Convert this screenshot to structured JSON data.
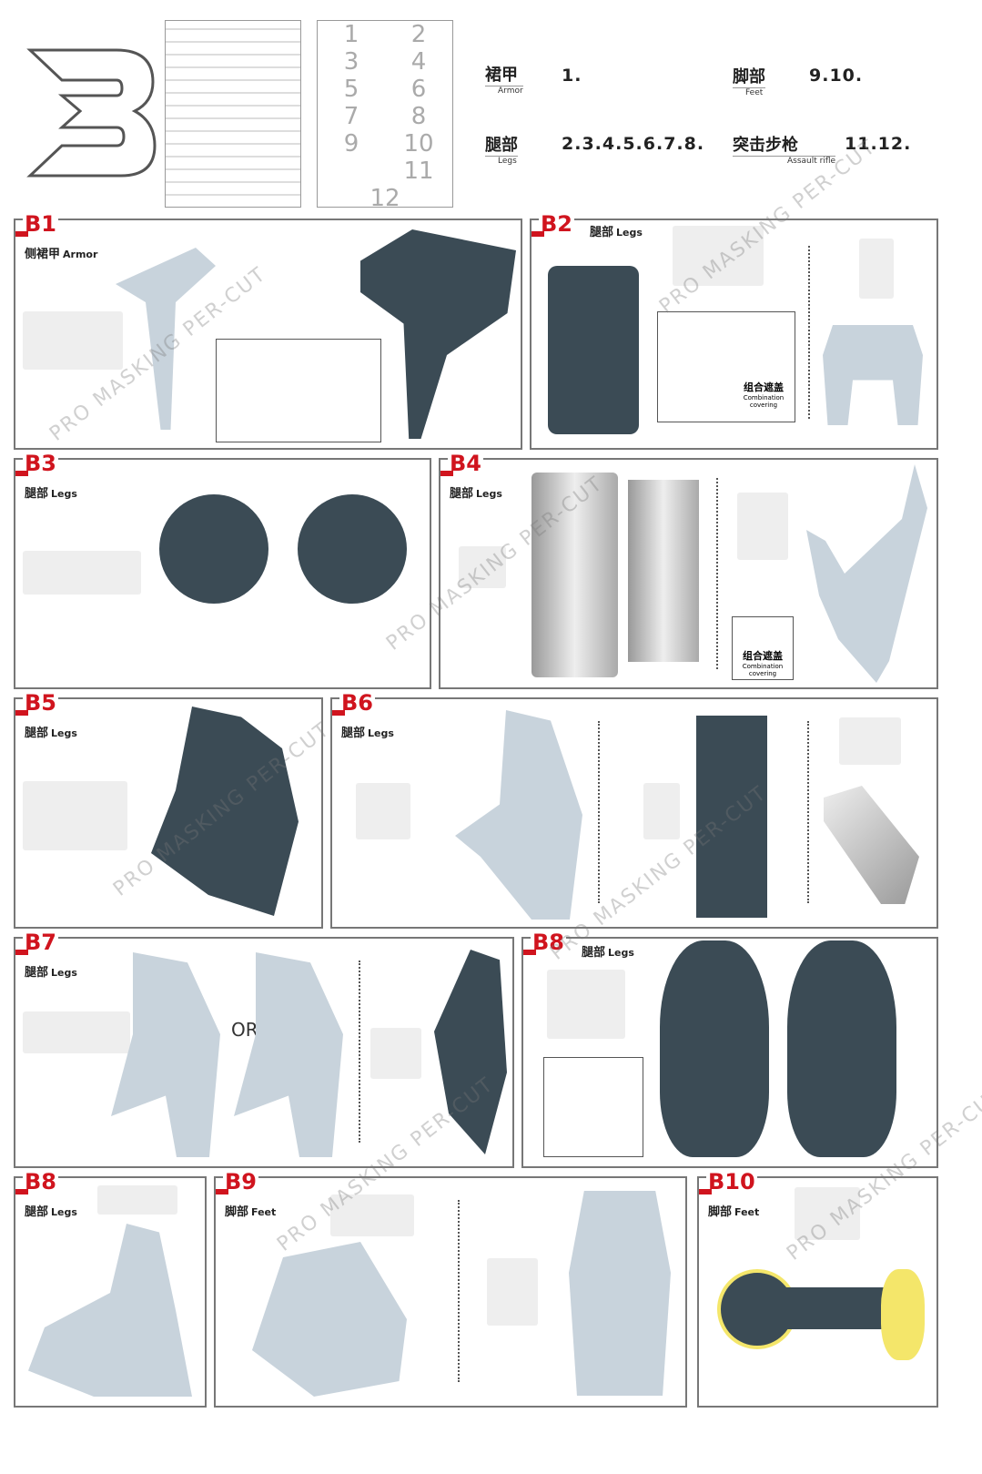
{
  "header": {
    "section_letter": "B",
    "toc": [
      {
        "zh": "裙甲",
        "en": "Armor",
        "parts": "1."
      },
      {
        "zh": "腿部",
        "en": "Legs",
        "parts": "2.3.4.5.6.7.8."
      },
      {
        "zh": "脚部",
        "en": "Feet",
        "parts": "9.10."
      },
      {
        "zh": "突击步枪",
        "en": "Assault rifle",
        "parts": "11.12."
      }
    ],
    "sheet_numbers": [
      "1",
      "2",
      "3",
      "4",
      "5",
      "6",
      "7",
      "8",
      "9",
      "10",
      "11",
      "12"
    ]
  },
  "panels": [
    {
      "id": "B1",
      "zh": "侧裙甲",
      "en": "Armor"
    },
    {
      "id": "B2",
      "zh": "腿部",
      "en": "Legs"
    },
    {
      "id": "B3",
      "zh": "腿部",
      "en": "Legs"
    },
    {
      "id": "B4",
      "zh": "腿部",
      "en": "Legs"
    },
    {
      "id": "B5",
      "zh": "腿部",
      "en": "Legs"
    },
    {
      "id": "B6",
      "zh": "腿部",
      "en": "Legs"
    },
    {
      "id": "B7",
      "zh": "腿部",
      "en": "Legs"
    },
    {
      "id": "B8",
      "zh": "腿部",
      "en": "Legs"
    },
    {
      "id": "B8",
      "zh": "腿部",
      "en": "Legs"
    },
    {
      "id": "B9",
      "zh": "脚部",
      "en": "Feet"
    },
    {
      "id": "B10",
      "zh": "脚部",
      "en": "Feet"
    }
  ],
  "callout": {
    "zh": "组合遮盖",
    "en": "Combination covering"
  },
  "or_label": "OR",
  "watermark": "PRO MASKING PER-CUT",
  "colors": {
    "accent": "#d0141e",
    "mask_yellow": "#f4e66a",
    "part_grey": "#c8d3dc",
    "part_dark": "#3b4b55"
  }
}
